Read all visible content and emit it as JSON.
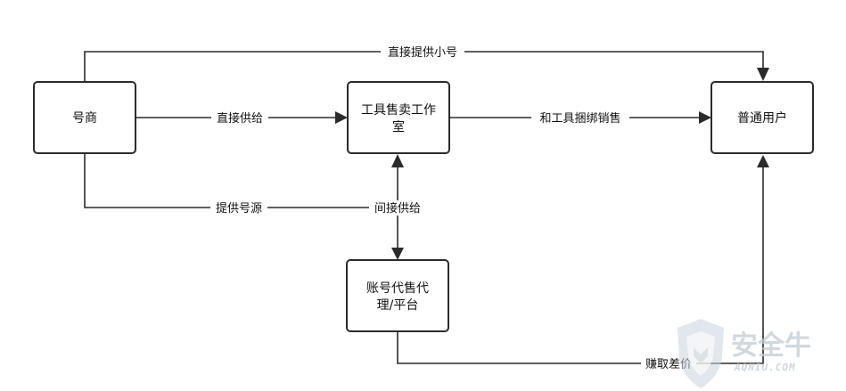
{
  "nodes": {
    "dealer": {
      "lines": [
        "号商"
      ]
    },
    "studio": {
      "lines": [
        "工具售卖工作",
        "室"
      ]
    },
    "user": {
      "lines": [
        "普通用户"
      ]
    },
    "platform": {
      "lines": [
        "账号代售代",
        "理/平台"
      ]
    }
  },
  "edges": {
    "dealer_user": {
      "label": "直接提供小号"
    },
    "dealer_studio": {
      "label": "直接供给"
    },
    "studio_user": {
      "label": "和工具捆绑销售"
    },
    "dealer_platform": {
      "label": "提供号源"
    },
    "platform_studio": {
      "label": "间接供给"
    },
    "platform_user": {
      "label": "赚取差价"
    }
  },
  "watermark": {
    "text": "安全牛",
    "sub": "AQNIU.COM"
  },
  "colors": {
    "stroke": "#2b2b2b",
    "watermark": "#c2cbd4"
  }
}
